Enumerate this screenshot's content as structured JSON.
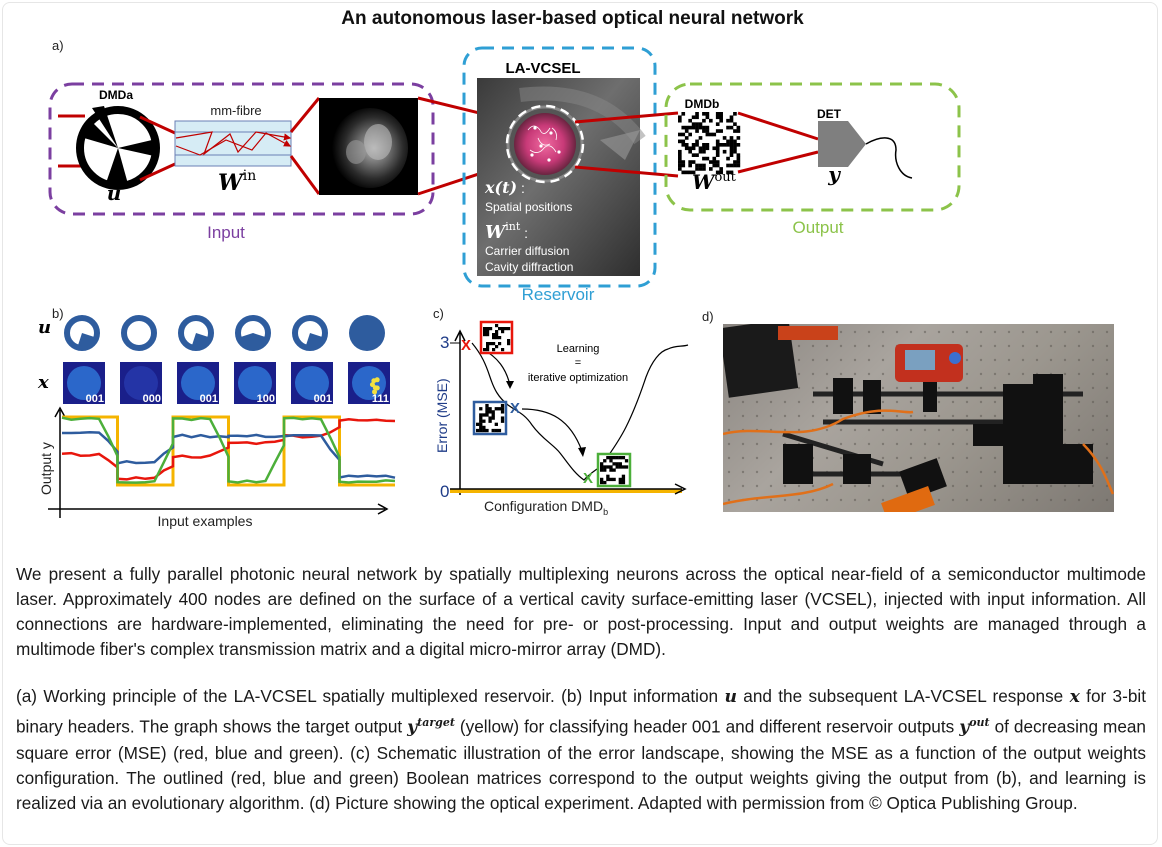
{
  "title": "An autonomous laser-based optical neural network",
  "panel_a": {
    "label": "a)",
    "input_box_label": "Input",
    "dmd_a_label": "DMDa",
    "dmd_a_symbol": "u",
    "fibre_label": "mm-fibre",
    "win_symbol": "W",
    "win_sup": "in",
    "reservoir_title": "LA-VCSEL",
    "reservoir_box_label": "Reservoir",
    "x_symbol": "x(t)",
    "x_colon": " :",
    "x_desc": "Spatial positions",
    "wint_symbol": "W",
    "wint_sup": "int",
    "wint_colon": " :",
    "wint_desc1": "Carrier diffusion",
    "wint_desc2": "Cavity diffraction",
    "output_box_label": "Output",
    "dmd_b_label": "DMDb",
    "wout_symbol": "W",
    "wout_sup": "out",
    "det_label": "DET",
    "y_symbol": "y",
    "colors": {
      "input": "#7b3fa0",
      "reservoir": "#2f9fd4",
      "output": "#8cc34a",
      "beam": "#c00000"
    }
  },
  "panel_b": {
    "label": "b)",
    "u_label": "u",
    "x_label": "x",
    "headers": [
      "001",
      "000",
      "001",
      "100",
      "001",
      "111"
    ],
    "ylabel": "Output y",
    "xlabel": "Input examples"
  },
  "panel_c": {
    "label": "c)",
    "ylabel": "Error (MSE)",
    "xlabel": "Configuration DMD",
    "xlabel_sub": "b",
    "ytick_top": "3",
    "ytick_bottom": "0",
    "annotation_line1": "Learning",
    "annotation_line2": "=",
    "annotation_line3": "iterative optimization",
    "marker_symbol": "X"
  },
  "panel_d": {
    "label": "d)",
    "image_desc": "Photo of the optical experiment on an optical table"
  },
  "chart_data": {
    "type": "line",
    "title": "",
    "xlabel": "Input examples",
    "ylabel": "Output y",
    "categories": [
      "001",
      "000",
      "001",
      "100",
      "001",
      "111"
    ],
    "ylim": [
      0,
      1
    ],
    "series": [
      {
        "name": "target (yellow)",
        "color": "#f5b400",
        "values": [
          1,
          0,
          1,
          0,
          1,
          0
        ]
      },
      {
        "name": "red (highest MSE)",
        "color": "#e8160c",
        "values": [
          0.45,
          0.1,
          0.42,
          0.62,
          0.72,
          0.95
        ]
      },
      {
        "name": "blue",
        "color": "#2e5c9e",
        "values": [
          0.78,
          0.33,
          0.72,
          0.72,
          0.72,
          0.12
        ]
      },
      {
        "name": "green (lowest MSE)",
        "color": "#4caf3a",
        "values": [
          0.98,
          0.05,
          0.97,
          0.05,
          0.97,
          0.05
        ]
      }
    ]
  },
  "caption": {
    "p1": "We present a fully parallel photonic neural network by spatially multiplexing neurons across the optical near-field of a semiconductor multimode laser. Approximately 400 nodes are defined on the surface of a vertical cavity surface-emitting laser (VCSEL), injected with input information.  All connections are hardware-implemented, eliminating the need for pre- or post-processing. Input and output weights are managed through a multimode fiber's complex transmission matrix and a digital micro-mirror array (DMD).",
    "p2_a": "(a) Working principle of the LA-VCSEL spatially multiplexed reservoir. (b) Input information ",
    "p2_u": "u",
    "p2_b": " and the subsequent LA-VCSEL response ",
    "p2_x": "x",
    "p2_c": " for 3-bit binary headers. The graph shows the target output ",
    "p2_y1": "y",
    "p2_sup1": "target",
    "p2_d": " (yellow) for classifying header 001 and different reservoir outputs ",
    "p2_y2": "y",
    "p2_sup2": "out",
    "p2_e": " of decreasing mean square error (MSE) (red, blue and green). (c) Schematic illustration of the error landscape, showing the MSE as a function of the output weights configuration. The outlined (red, blue and green) Boolean matrices correspond to the output weights giving the output from (b), and learning is realized via an evolutionary algorithm. (d) Picture showing the optical experiment. Adapted with permission from © Optica Publishing Group."
  }
}
